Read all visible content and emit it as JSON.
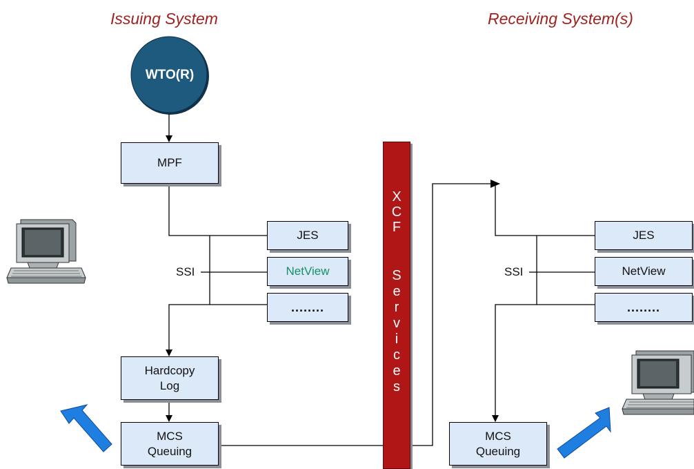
{
  "titles": {
    "issuing": "Issuing System",
    "receiving": "Receiving System(s)"
  },
  "wto": "WTO(R)",
  "issuing": {
    "mpf": "MPF",
    "jes": "JES",
    "netview": "NetView",
    "more": "........",
    "ssi": "SSI",
    "hardcopy_line1": "Hardcopy",
    "hardcopy_line2": "Log",
    "mcs_line1": "MCS",
    "mcs_line2": "Queuing"
  },
  "xcf": {
    "letters": [
      "X",
      "C",
      "F",
      "",
      "S",
      "e",
      "r",
      "v",
      "i",
      "c",
      "e",
      "s"
    ]
  },
  "receiving": {
    "jes": "JES",
    "netview": "NetView",
    "more": "........",
    "ssi": "SSI",
    "mcs_line1": "MCS",
    "mcs_line2": "Queuing"
  },
  "colors": {
    "title": "#a0221e",
    "box_fill": "#dce9f8",
    "xcf_bar": "#b01616",
    "wto_circle": "#1d5a7d",
    "arrow_blue": "#1f7fe0",
    "netview_text": "#159068"
  },
  "icons": [
    "computer-terminal-icon",
    "computer-terminal-icon",
    "blue-arrow-icon",
    "blue-arrow-icon"
  ]
}
